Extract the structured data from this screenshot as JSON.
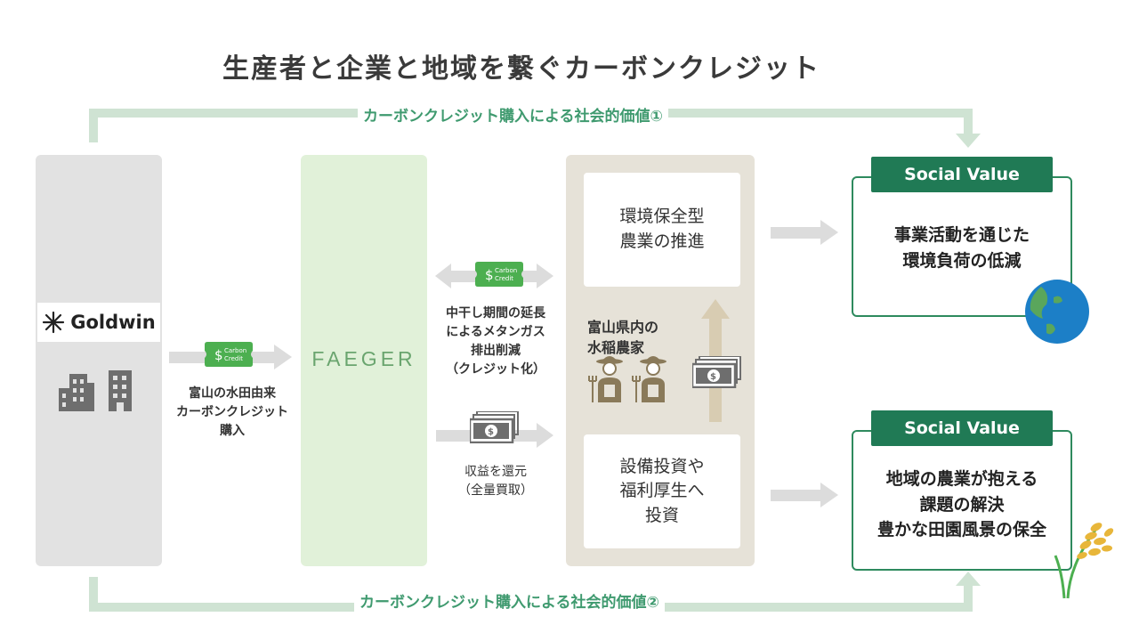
{
  "title": "生産者と企業と地域を繋ぐカーボンクレジット",
  "loop_top_label": "カーボンクレジット購入による社会的価値①",
  "loop_bottom_label": "カーボンクレジット購入による社会的価値②",
  "company": {
    "logo_text": "Goldwin"
  },
  "purchase_label": "富山の水田由来\nカーボンクレジット\n購入",
  "faeger": {
    "logo_text": "FAEGER"
  },
  "credit_flow_label": "中干し期間の延長\nによるメタンガス\n排出削減\n（クレジット化）",
  "return_flow_label": "収益を還元\n（全量買取）",
  "credit_icon": {
    "line1": "Carbon",
    "line2": "Credit",
    "symbol": "$"
  },
  "farmers": {
    "top_box": "環境保全型\n農業の推進",
    "label": "富山県内の\n水稲農家",
    "bottom_box": "設備投資や\n福利厚生へ\n投資"
  },
  "social_value": [
    {
      "badge": "Social Value",
      "text": "事業活動を通じた\n環境負荷の低減"
    },
    {
      "badge": "Social Value",
      "text": "地域の農業が抱える\n課題の解決\n豊かな田園風景の保全"
    }
  ],
  "colors": {
    "loop_line": "#cfe3d3",
    "accent_green": "#207a55",
    "arrow_gray": "#dcdcdc",
    "brown_arrow": "#d8ccb2",
    "icon_gray": "#6e6e6e",
    "coin_green": "#4caf50"
  }
}
